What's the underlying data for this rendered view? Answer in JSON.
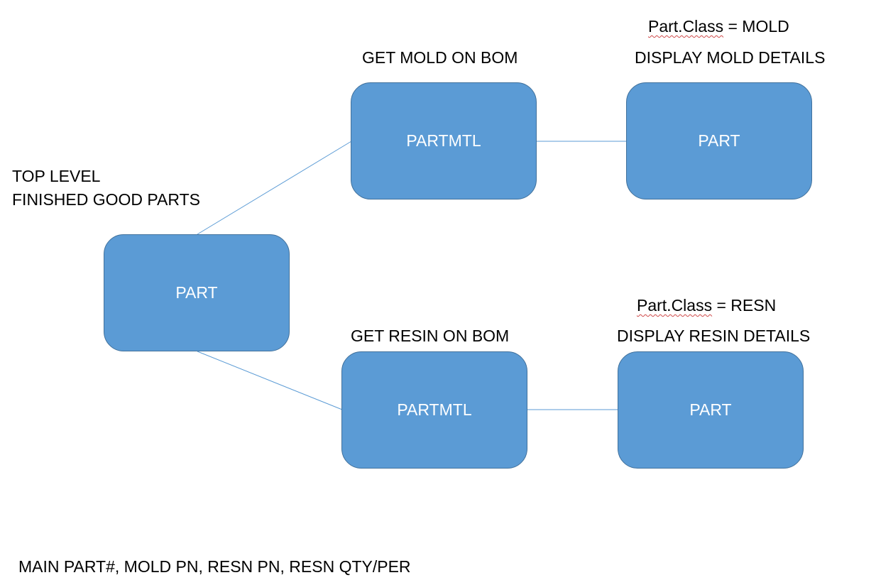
{
  "colors": {
    "node_fill": "#5b9bd5",
    "node_border": "#41719c",
    "connector": "#5b9bd5",
    "text": "#000000",
    "node_text": "#ffffff"
  },
  "nodes": {
    "root": {
      "label": "PART"
    },
    "mold_partmtl": {
      "label": "PARTMTL"
    },
    "mold_part": {
      "label": "PART"
    },
    "resin_partmtl": {
      "label": "PARTMTL"
    },
    "resin_part": {
      "label": "PART"
    }
  },
  "annotations": {
    "top_level_line1": "TOP LEVEL",
    "top_level_line2": "FINISHED GOOD PARTS",
    "get_mold": "GET MOLD ON BOM",
    "mold_class_term": "Part.Class",
    "mold_class_rest": " = MOLD",
    "display_mold": "DISPLAY MOLD DETAILS",
    "get_resin": "GET RESIN ON BOM",
    "resin_class_term": "Part.Class",
    "resin_class_rest": " = RESN",
    "display_resin": "DISPLAY RESIN DETAILS",
    "footer": "MAIN PART#, MOLD PN, RESN PN, RESN QTY/PER"
  },
  "edges": [
    {
      "from": "root",
      "to": "mold_partmtl"
    },
    {
      "from": "root",
      "to": "resin_partmtl"
    },
    {
      "from": "mold_partmtl",
      "to": "mold_part"
    },
    {
      "from": "resin_partmtl",
      "to": "resin_part"
    }
  ]
}
